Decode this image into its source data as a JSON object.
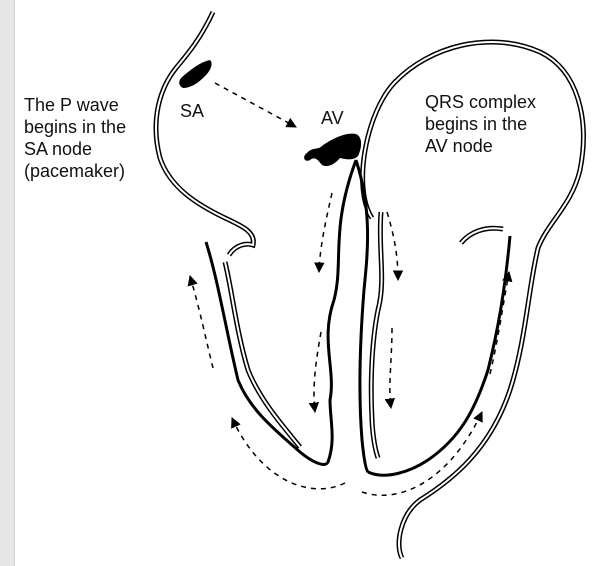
{
  "labels": {
    "sa": "SA",
    "av": "AV",
    "p_wave": "The P wave\nbegins in the\nSA node\n(pacemaker)",
    "qrs": "QRS complex\nbegins in the\nAV node"
  },
  "colors": {
    "background": "#e6e6e6",
    "panel": "#ffffff",
    "ink": "#000000"
  }
}
